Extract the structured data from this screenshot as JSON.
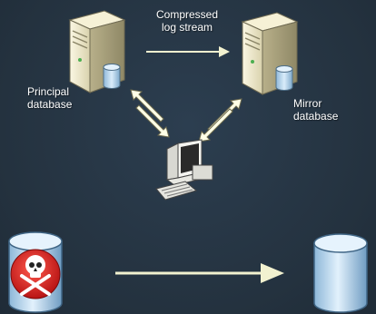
{
  "labels": {
    "log_stream_line1": "Compressed",
    "log_stream_line2": "log stream",
    "principal_line1": "Principal",
    "principal_line2": "database",
    "mirror_line1": "Mirror",
    "mirror_line2": "database"
  },
  "icons": {
    "principal_server": "server-with-database-icon",
    "mirror_server": "server-with-database-icon",
    "witness": "workstation-computer-icon",
    "failed_database": "database-with-skull-icon",
    "healthy_database": "database-cylinder-icon",
    "failover_arrow": "right-arrow-icon"
  },
  "colors": {
    "background": "#263646",
    "arrow_fill": "#f2f2d0",
    "server_body": "#efe9c8",
    "database_blue": "#b6d4ea",
    "skull_red": "#d61f1f"
  }
}
